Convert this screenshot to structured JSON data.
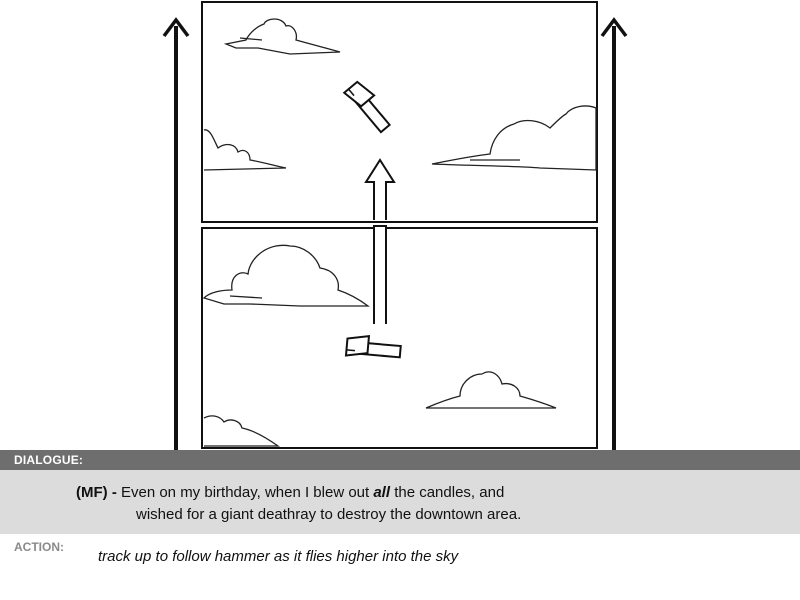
{
  "dialogue": {
    "header": "DIALOGUE:",
    "speaker": "(MF) -",
    "line1_before": " Even on my birthday, when I blew out ",
    "line1_emphasis": "all",
    "line1_after": " the candles, and",
    "line2": "wished for a giant deathray to destroy the downtown area."
  },
  "action": {
    "header": "ACTION:",
    "text": "track up to follow hammer as it flies higher into the sky"
  },
  "colors": {
    "header_bar": "#6e6e6e",
    "dialogue_bg": "#dcdcdc",
    "ink": "#111111",
    "action_label": "#8a8a8a"
  }
}
